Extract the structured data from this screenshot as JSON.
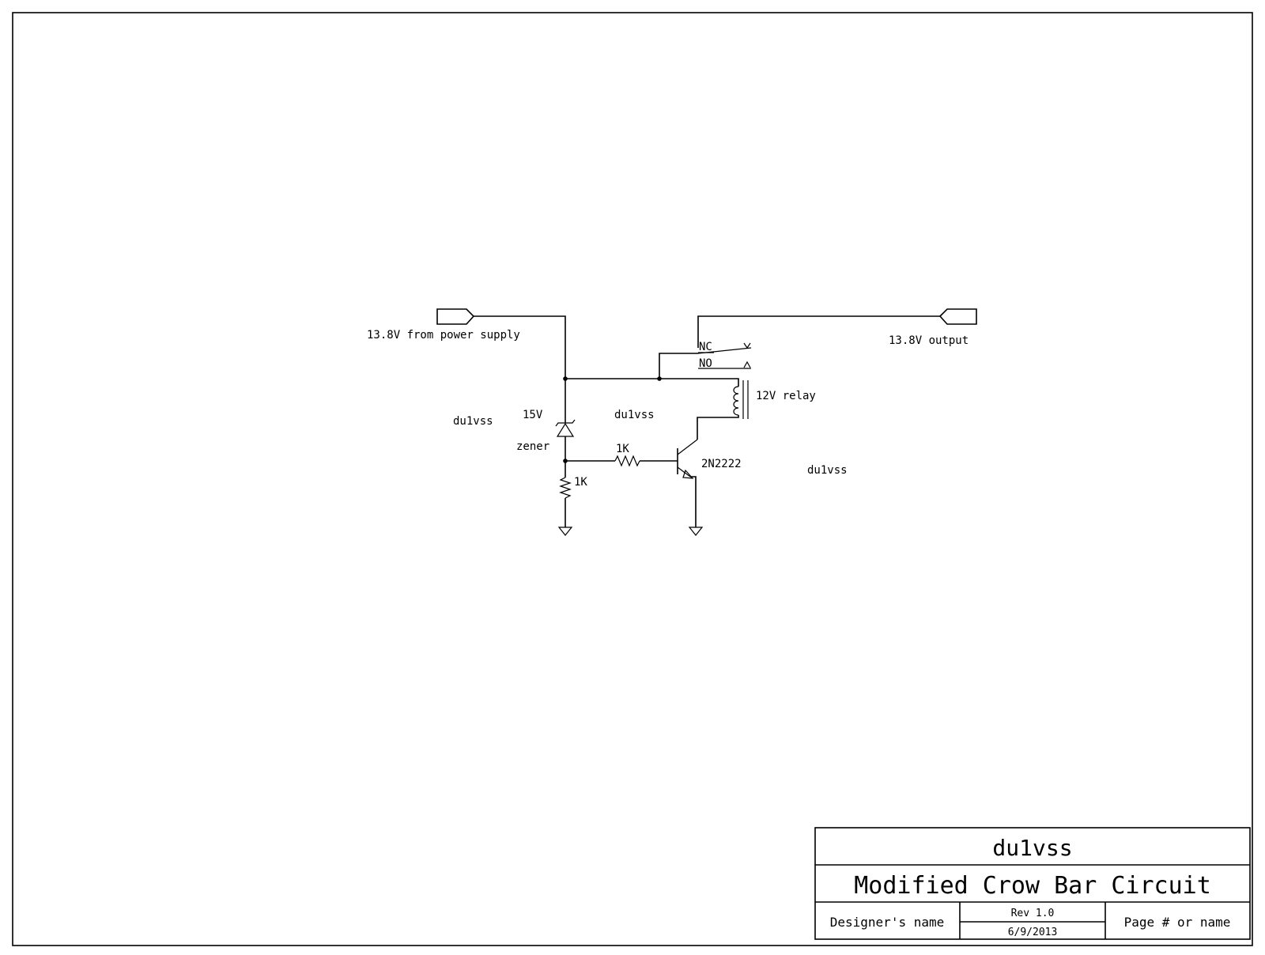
{
  "schematic": {
    "input_port_label": "13.8V from power supply",
    "output_port_label": "13.8V output",
    "relay": {
      "name": "12V relay",
      "contact_nc": "NC",
      "contact_no": "NO"
    },
    "zener": {
      "voltage": "15V",
      "type": "zener"
    },
    "resistor_base": "1K",
    "resistor_ground": "1K",
    "transistor": "2N2222",
    "watermarks": [
      "du1vss",
      "du1vss",
      "du1vss"
    ]
  },
  "title_block": {
    "company": "du1vss",
    "title": "Modified Crow Bar Circuit",
    "designer": "Designer's name",
    "revision": "Rev 1.0",
    "date": "6/9/2013",
    "page": "Page # or name"
  }
}
